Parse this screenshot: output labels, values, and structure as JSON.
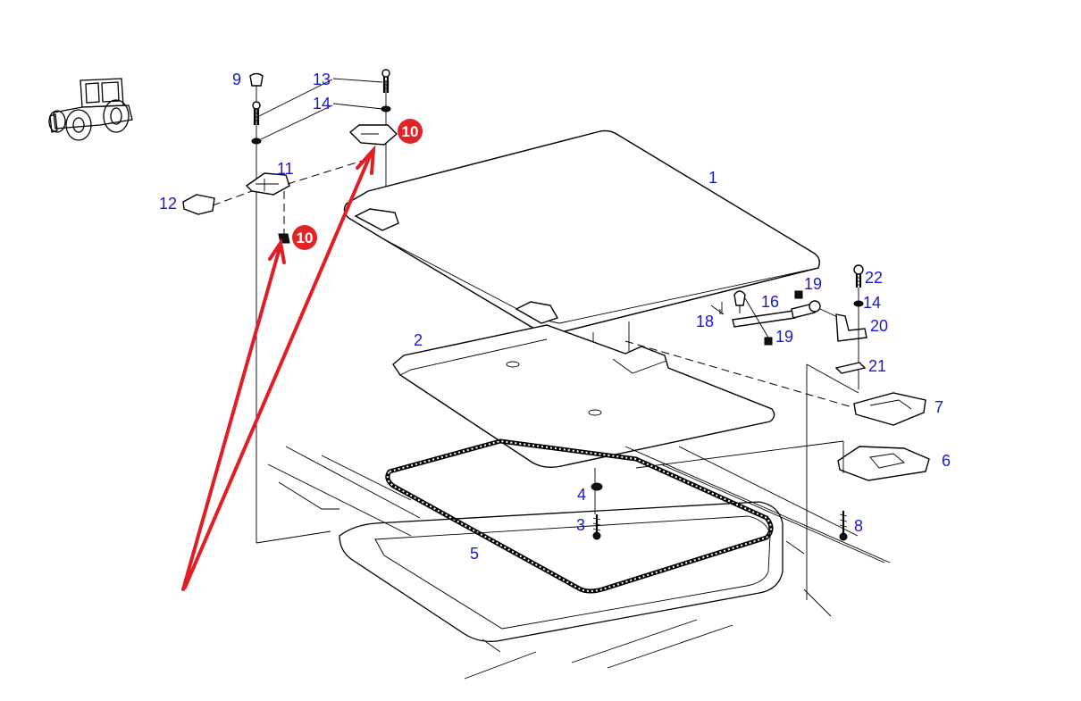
{
  "diagram": {
    "title": "Cab roof hatch assembly – exploded parts view",
    "label_color": "#1a1ac8",
    "callout_color": "#e02428",
    "arrow_color": "#e01e24",
    "vehicle_icon": "tractor-icon",
    "part_labels": [
      {
        "id": "p1",
        "text": "1"
      },
      {
        "id": "p2",
        "text": "2"
      },
      {
        "id": "p3",
        "text": "3"
      },
      {
        "id": "p4",
        "text": "4"
      },
      {
        "id": "p5",
        "text": "5"
      },
      {
        "id": "p6",
        "text": "6"
      },
      {
        "id": "p7",
        "text": "7"
      },
      {
        "id": "p8",
        "text": "8"
      },
      {
        "id": "p9",
        "text": "9"
      },
      {
        "id": "p11",
        "text": "11"
      },
      {
        "id": "p12",
        "text": "12"
      },
      {
        "id": "p13",
        "text": "13"
      },
      {
        "id": "p14a",
        "text": "14"
      },
      {
        "id": "p14b",
        "text": "14"
      },
      {
        "id": "p16",
        "text": "16"
      },
      {
        "id": "p18",
        "text": "18"
      },
      {
        "id": "p19a",
        "text": "19"
      },
      {
        "id": "p19b",
        "text": "19"
      },
      {
        "id": "p20",
        "text": "20"
      },
      {
        "id": "p21",
        "text": "21"
      },
      {
        "id": "p22",
        "text": "22"
      }
    ],
    "callouts": [
      {
        "id": "c10a",
        "text": "10"
      },
      {
        "id": "c10b",
        "text": "10"
      }
    ]
  }
}
